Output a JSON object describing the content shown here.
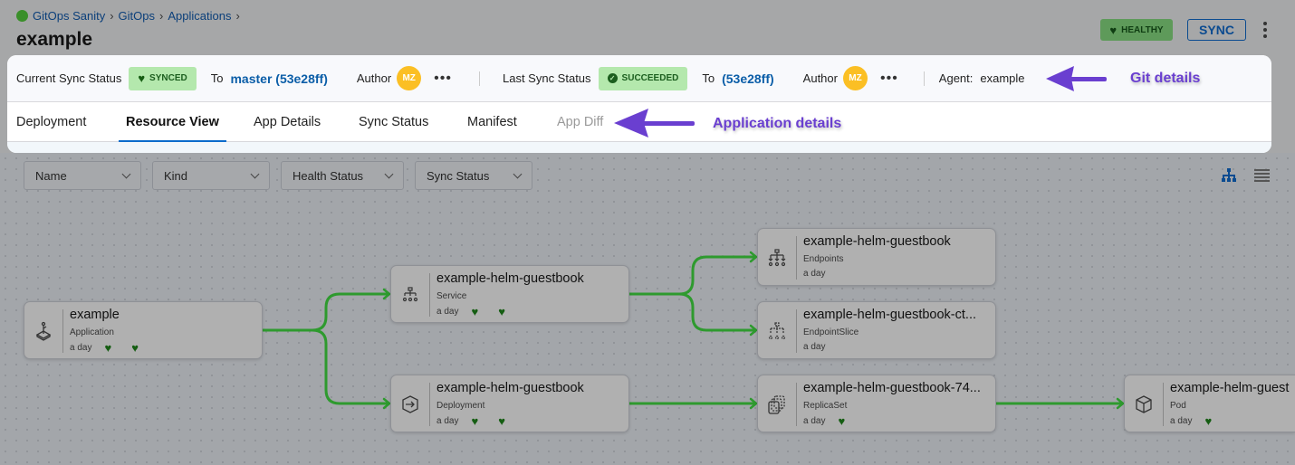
{
  "breadcrumb": [
    "GitOps Sanity",
    "GitOps",
    "Applications"
  ],
  "page_title": "example",
  "header": {
    "health_label": "HEALTHY",
    "sync_button": "SYNC"
  },
  "git": {
    "current_sync_label": "Current Sync Status",
    "current_sync_badge": "SYNCED",
    "to1": "To",
    "current_revision": "master (53e28ff)",
    "author1": "Author",
    "avatar1": "MZ",
    "more1": "•••",
    "last_sync_label": "Last Sync Status",
    "last_sync_badge": "SUCCEEDED",
    "to2": "To",
    "last_revision": "(53e28ff)",
    "author2": "Author",
    "avatar2": "MZ",
    "more2": "•••",
    "agent_label": "Agent:",
    "agent_value": "example"
  },
  "tabs": [
    {
      "label": "Deployment"
    },
    {
      "label": "Resource View",
      "active": true
    },
    {
      "label": "App Details"
    },
    {
      "label": "Sync Status"
    },
    {
      "label": "Manifest"
    },
    {
      "label": "App Diff",
      "disabled": true
    }
  ],
  "annotations": {
    "git": "Git details",
    "app": "Application details"
  },
  "filters": [
    "Name",
    "Kind",
    "Health Status",
    "Sync Status"
  ],
  "view_toggle": {
    "tree_icon": "tree-view-icon",
    "list_icon": "list-view-icon",
    "active": "tree"
  },
  "nodes": [
    {
      "name": "example",
      "kind": "Application",
      "time": "a day",
      "icon": "application-icon",
      "health": true,
      "sync": true
    },
    {
      "name": "example-helm-guestbook",
      "kind": "Service",
      "time": "a day",
      "icon": "service-icon",
      "health": true,
      "sync": true
    },
    {
      "name": "example-helm-guestbook",
      "kind": "Deployment",
      "time": "a day",
      "icon": "deployment-icon",
      "health": true,
      "sync": true
    },
    {
      "name": "example-helm-guestbook",
      "kind": "Endpoints",
      "time": "a day",
      "icon": "endpoints-icon"
    },
    {
      "name": "example-helm-guestbook-ct...",
      "kind": "EndpointSlice",
      "time": "a day",
      "icon": "endpointslice-icon"
    },
    {
      "name": "example-helm-guestbook-74...",
      "kind": "ReplicaSet",
      "time": "a day",
      "icon": "replicaset-icon",
      "health": true
    },
    {
      "name": "example-helm-guest",
      "kind": "Pod",
      "time": "a day",
      "icon": "pod-icon",
      "health": true
    }
  ],
  "colors": {
    "accent": "#0b6bcb",
    "edge": "#2e9a2e",
    "healthy": "#155d12",
    "annotation": "#6a3fd0"
  }
}
